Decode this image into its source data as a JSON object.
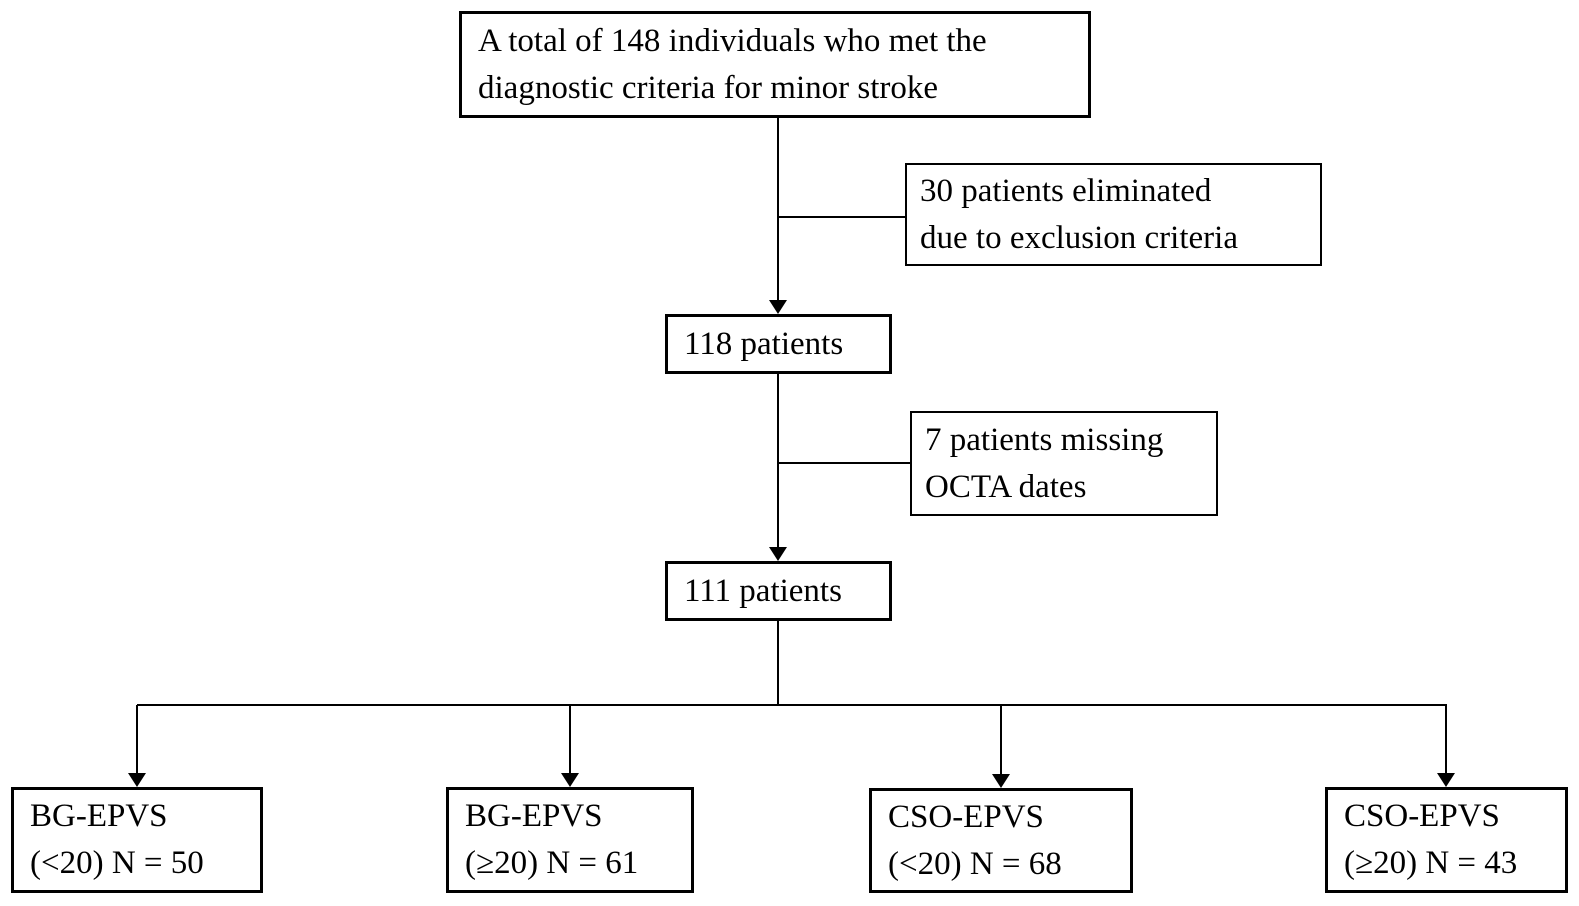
{
  "figure": {
    "type": "patient-flow-diagram",
    "nodes": {
      "total": {
        "line1": "A total of 148 individuals who met the",
        "line2": "diagnostic criteria for minor stroke"
      },
      "excluded": {
        "line1": "30 patients eliminated",
        "line2": "due to exclusion criteria"
      },
      "p118": {
        "text": "118 patients"
      },
      "missing": {
        "line1": "7 patients missing",
        "line2": "OCTA dates"
      },
      "p111": {
        "text": "111 patients"
      },
      "bg_lt20": {
        "line1": "BG-EPVS",
        "line2": "(<20) N = 50"
      },
      "bg_ge20": {
        "line1": "BG-EPVS",
        "line2": "(≥20) N = 61"
      },
      "cso_lt20": {
        "line1": "CSO-EPVS",
        "line2": "(<20) N = 68"
      },
      "cso_ge20": {
        "line1": "CSO-EPVS",
        "line2": "(≥20) N = 43"
      }
    },
    "counts": {
      "screened": 148,
      "excluded": 30,
      "after_exclusion": 118,
      "missing_octa": 7,
      "analyzed": 111,
      "bg_epvs_lt20": 50,
      "bg_epvs_ge20": 61,
      "cso_epvs_lt20": 68,
      "cso_epvs_ge20": 43
    },
    "colors": {
      "ink": "#000000",
      "background": "#ffffff"
    }
  }
}
